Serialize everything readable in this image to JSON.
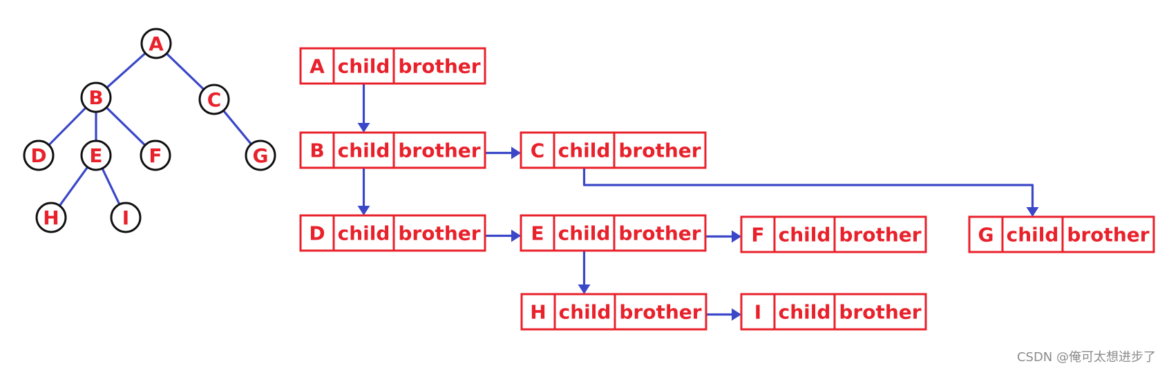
{
  "colors": {
    "red": "#e8212b",
    "blue": "#3a47c8",
    "circle_stroke": "#111111"
  },
  "tree": {
    "nodes": [
      {
        "id": "A",
        "label": "A"
      },
      {
        "id": "B",
        "label": "B"
      },
      {
        "id": "C",
        "label": "C"
      },
      {
        "id": "D",
        "label": "D"
      },
      {
        "id": "E",
        "label": "E"
      },
      {
        "id": "F",
        "label": "F"
      },
      {
        "id": "G",
        "label": "G"
      },
      {
        "id": "H",
        "label": "H"
      },
      {
        "id": "I",
        "label": "I"
      }
    ],
    "edges": [
      [
        "A",
        "B"
      ],
      [
        "A",
        "C"
      ],
      [
        "B",
        "D"
      ],
      [
        "B",
        "E"
      ],
      [
        "B",
        "F"
      ],
      [
        "C",
        "G"
      ],
      [
        "E",
        "H"
      ],
      [
        "E",
        "I"
      ]
    ]
  },
  "records": {
    "field_child": "child",
    "field_brother": "brother",
    "items": [
      {
        "id": "A",
        "label": "A"
      },
      {
        "id": "B",
        "label": "B"
      },
      {
        "id": "C",
        "label": "C"
      },
      {
        "id": "D",
        "label": "D"
      },
      {
        "id": "E",
        "label": "E"
      },
      {
        "id": "F",
        "label": "F"
      },
      {
        "id": "G",
        "label": "G"
      },
      {
        "id": "H",
        "label": "H"
      },
      {
        "id": "I",
        "label": "I"
      }
    ],
    "links": [
      {
        "from": "A",
        "to": "B",
        "kind": "child"
      },
      {
        "from": "B",
        "to": "D",
        "kind": "child"
      },
      {
        "from": "B",
        "to": "C",
        "kind": "brother"
      },
      {
        "from": "C",
        "to": "G",
        "kind": "child"
      },
      {
        "from": "D",
        "to": "E",
        "kind": "brother"
      },
      {
        "from": "E",
        "to": "F",
        "kind": "brother"
      },
      {
        "from": "E",
        "to": "H",
        "kind": "child"
      },
      {
        "from": "H",
        "to": "I",
        "kind": "brother"
      }
    ]
  },
  "watermark": "CSDN @俺可太想进步了"
}
